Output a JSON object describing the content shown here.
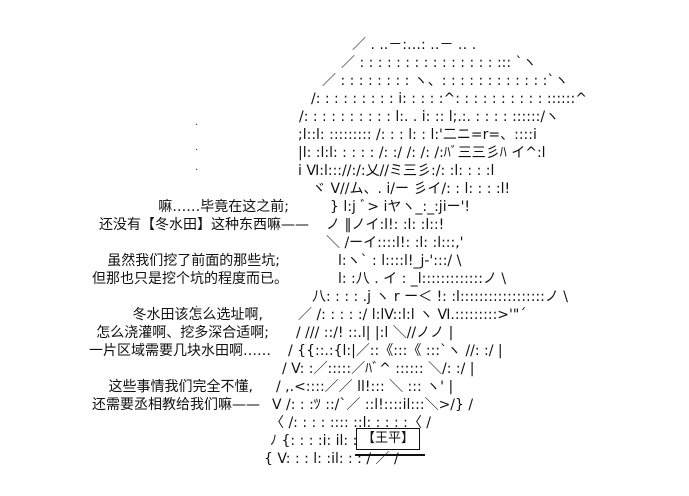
{
  "dialogue": [
    "嘛……毕竟在这之前;",
    "还没有【冬水田】这种东西嘛——",
    "虽然我们挖了前面的那些坑;",
    "但那也只是挖个坑的程度而已。",
    "冬水田该怎么选址啊,",
    "怎么浇灌啊、挖多深合适啊;",
    "一片区域需要几块水田啊……",
    "这些事情我们完全不懂,",
    "还需要丞相教给我们嘛——"
  ],
  "speaker_tag": "【王平】",
  "art_rows": [
    "／ . ..－:…: ‥－ ‥ .",
    "／ : : : : : : : : : : : : : : : ::: `ヽ",
    "／ : : : : : : : : ヽ、: : : : : : : : : : : :`ヽ",
    "/: : : : : : : : : i: : : : :^: : : : : : : : : : ::::::^",
    "/: : : : : : : : : : l:. . i: :: l;.:. : : : : ::::::/ヽ",
    ";l::l: ::::::::: /: : : l: : l:'二ニ=r=、::::i",
    "|l: :l:l: : : : : /: :/ /: /: /:ﾊﾞ三三彡ﾊ イ^:l",
    "i Ⅵ:l::://:/:乂//ミ三彡:/: :l: : : :l",
    "ヾ V//ム、. i/ー 彡イ/: : l: : : :l!",
    "} l:j ﾞ> iヤヽ_:_:jiー'!",
    "ノ ‖ノイ:l!: :l: :l::!",
    "＼ /ーイ::::l!: :l: :l:::,'",
    "l:ヽ` : l::::l!_j-':::/ \\",
    "l: :八 . イ : _l:::::::::::::ノ \\",
    "八: : : : .j ヽ r ー＜ !: :l::::::::::::::::::ノ \\",
    "／ /: : : : :/ l:lV::l:l ヽ Ⅵ.:::::::::>'\"´",
    "/ /// ::/! ::.l| |:l ＼//ノノ |",
    "/ {{::.:{l:|／::《:::《 :::`ヽ //: :/ |",
    "/ V: :／:::::／ﾊﾞ^ :::::: ＼/: :/ |",
    "/ ,.<::::／／ ll!::: ＼ ::: ヽ' |",
    "V /: : :ﾂ ::/`／ ::l!::::il:::＼>/} /",
    "〈 /: : : : :::: ::l: : : : :〈 /",
    "ﾉ {: : : :i: il: : : : :/ イ",
    "{ V: : : l: :il: : : / ／ /"
  ]
}
